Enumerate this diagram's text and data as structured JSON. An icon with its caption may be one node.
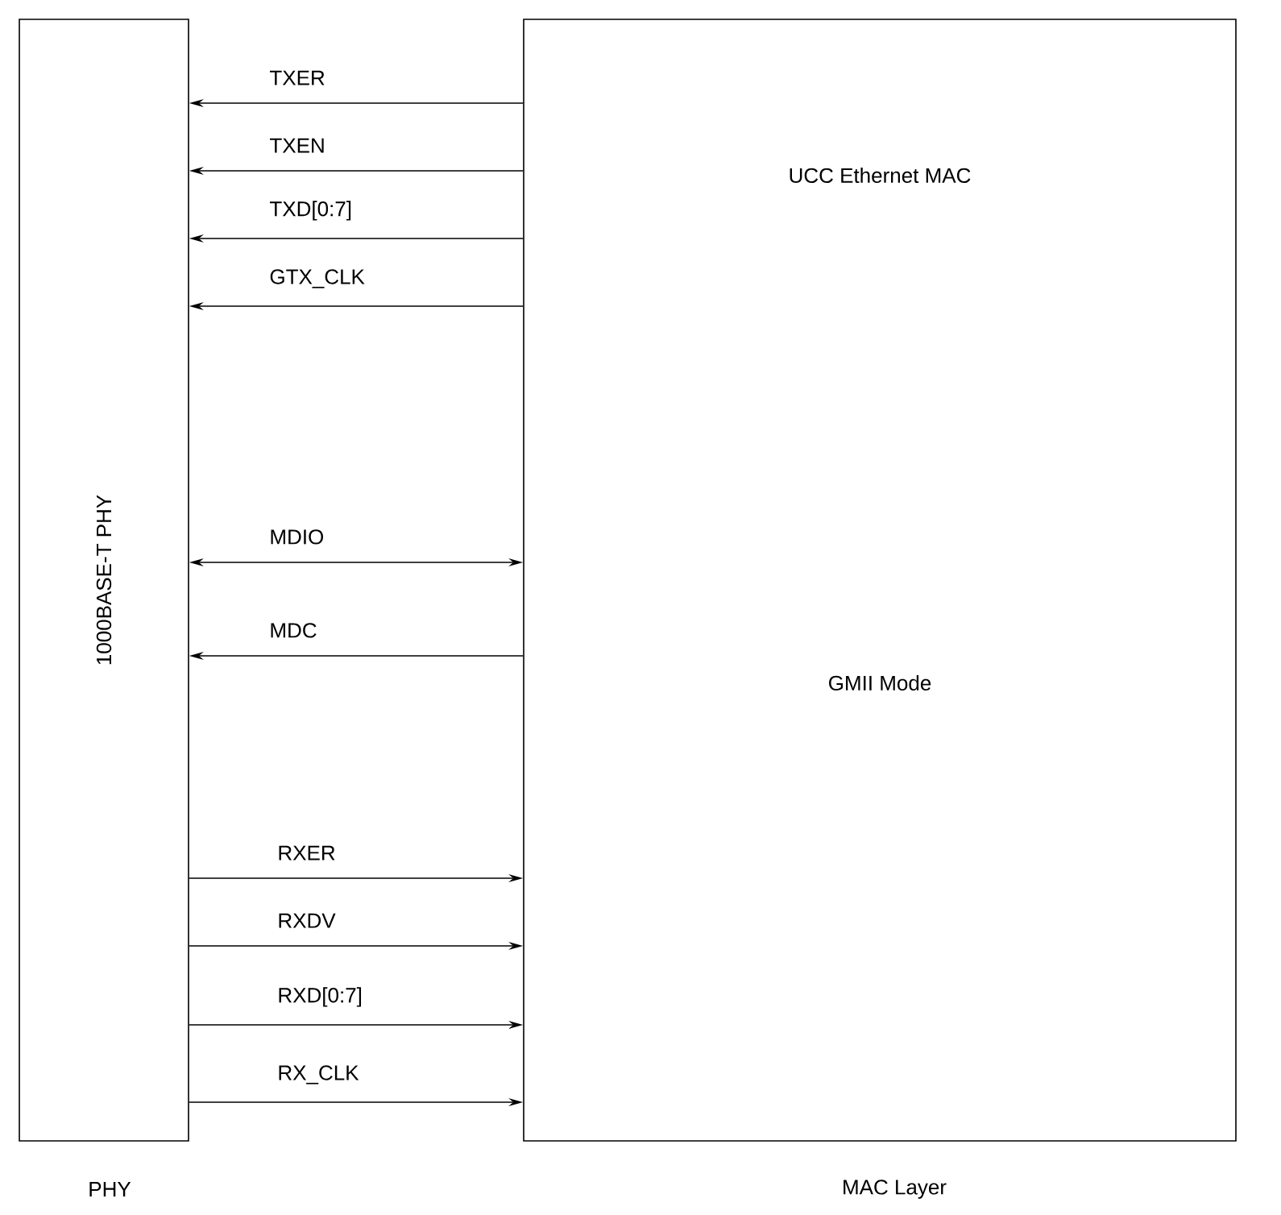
{
  "diagram": {
    "nodes": [
      {
        "text": [
          "1000BASE-T PHY"
        ],
        "beside": [
          "PHY"
        ]
      },
      {
        "text": [
          "UCC Ethernet MAC",
          "GMII Mode"
        ],
        "beside": [
          "MAC Layer"
        ]
      }
    ],
    "edges": [
      {
        "from": 1,
        "to": 0,
        "arrow": "to",
        "label": "TXER"
      },
      {
        "from": 1,
        "to": 0,
        "arrow": "to",
        "label": "TXEN"
      },
      {
        "from": 1,
        "to": 0,
        "arrow": "to",
        "label": "TXD[0:7]"
      },
      {
        "from": 1,
        "to": 0,
        "arrow": "to",
        "label": "GTX_CLK"
      },
      {
        "from": 0,
        "to": 1,
        "arrow": "both",
        "label": "MDIO"
      },
      {
        "from": 1,
        "to": 0,
        "arrow": "to",
        "label": "MDC"
      },
      {
        "from": 0,
        "to": 1,
        "arrow": "to",
        "label": "RXER"
      },
      {
        "from": 0,
        "to": 1,
        "arrow": "to",
        "label": "RXDV"
      },
      {
        "from": 0,
        "to": 1,
        "arrow": "to",
        "label": "RXD[0:7]"
      },
      {
        "from": 0,
        "to": 1,
        "arrow": "to",
        "label": "RX_CLK"
      }
    ]
  }
}
